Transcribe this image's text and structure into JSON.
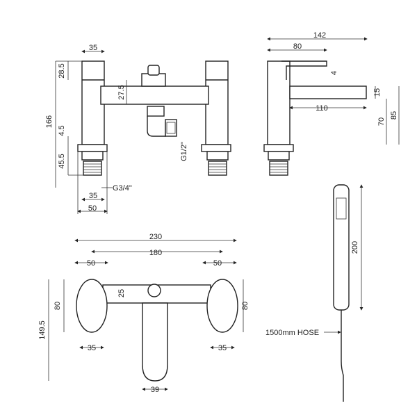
{
  "front": {
    "top_width": "35",
    "cap_height": "28.5",
    "total_height": "166",
    "spout_offset": "27.5",
    "gap": "4.5",
    "shank": "45.5",
    "thread_bottom": "G3/4\"",
    "thread_side": "G1/2\"",
    "inner_width": "35",
    "base_width": "50"
  },
  "side": {
    "total_depth": "142",
    "handle_depth": "80",
    "handle_gap": "4",
    "spout_thk": "15",
    "spout_reach": "110",
    "spout_height": "70",
    "overall_height": "85"
  },
  "plan": {
    "overall_width": "230",
    "centres": "180",
    "left_width": "50",
    "right_width": "50",
    "handle_dia": "25",
    "left_depth": "80",
    "right_depth": "80",
    "overall_depth": "149.5",
    "left_neck": "35",
    "right_neck": "35",
    "spout_width": "39"
  },
  "handset": {
    "length": "200",
    "hose": "1500mm HOSE"
  }
}
